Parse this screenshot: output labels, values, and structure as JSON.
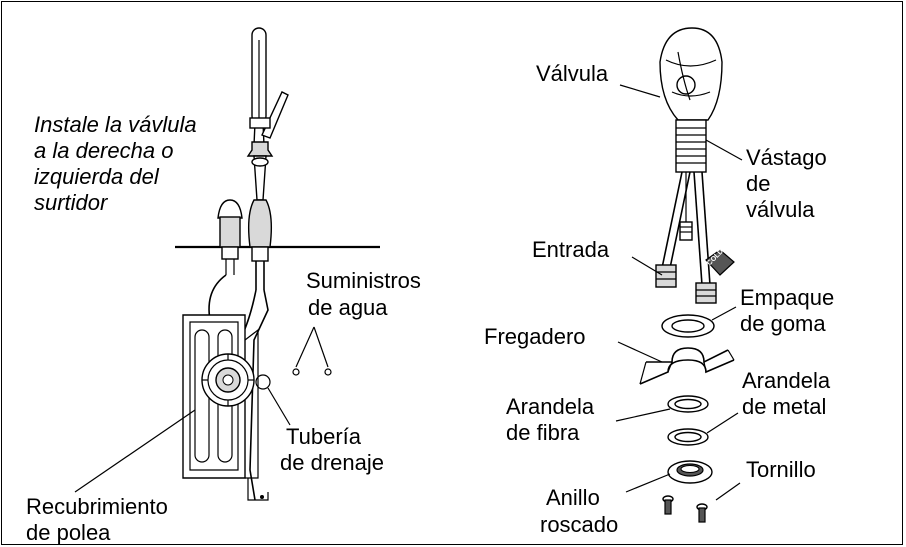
{
  "labels": {
    "install_note": [
      "Instale la vávlula",
      "a la derecha o",
      "izquierda del",
      "surtidor"
    ],
    "water_supplies": [
      "Suministros",
      "de agua"
    ],
    "drain_pipe": [
      "Tubería",
      "de drenaje"
    ],
    "pulley_cover": [
      "Recubrimiento",
      "de polea"
    ],
    "valve": "Válvula",
    "valve_stem": [
      "Vástago",
      "de",
      "válvula"
    ],
    "inlet": "Entrada",
    "rubber_gasket": [
      "Empaque",
      "de goma"
    ],
    "sink": "Fregadero",
    "metal_washer": [
      "Arandela",
      "de metal"
    ],
    "fiber_washer": [
      "Arandela",
      "de fibra"
    ],
    "screw": "Tornillo",
    "threaded_ring": [
      "Anillo",
      "roscado"
    ],
    "cold_tag": "COLD"
  }
}
